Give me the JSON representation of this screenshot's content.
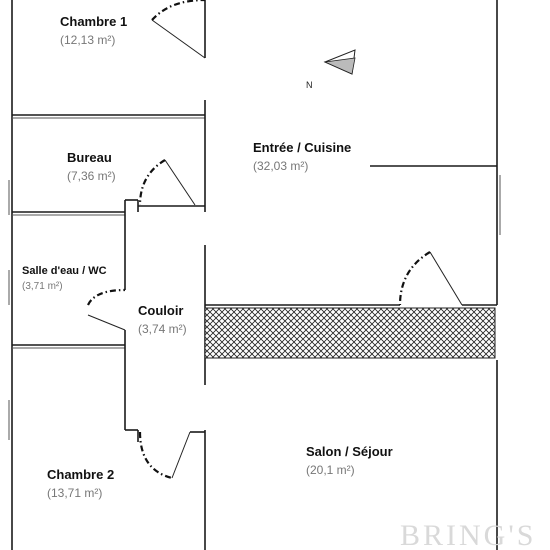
{
  "plan": {
    "rooms": [
      {
        "id": "chambre-1",
        "name": "Chambre 1",
        "area": "(12,13 m²)"
      },
      {
        "id": "bureau",
        "name": "Bureau",
        "area": "(7,36 m²)"
      },
      {
        "id": "salle-eau-wc",
        "name": "Salle d'eau / WC",
        "area": "(3,71 m²)"
      },
      {
        "id": "chambre-2",
        "name": "Chambre 2",
        "area": "(13,71 m²)"
      },
      {
        "id": "entree-cuisine",
        "name": "Entrée / Cuisine",
        "area": "(32,03 m²)"
      },
      {
        "id": "couloir",
        "name": "Couloir",
        "area": "(3,74 m²)"
      },
      {
        "id": "salon-sejour",
        "name": "Salon / Séjour",
        "area": "(20,1 m²)"
      }
    ],
    "north_label": "N",
    "watermark": "BRING'S"
  },
  "colors": {
    "wall": "#1a1a1a",
    "area_text": "#777777",
    "hatch": "#222222",
    "watermark": "#d9d9d9"
  },
  "icons": {
    "north_arrow": "north-arrow-icon"
  }
}
